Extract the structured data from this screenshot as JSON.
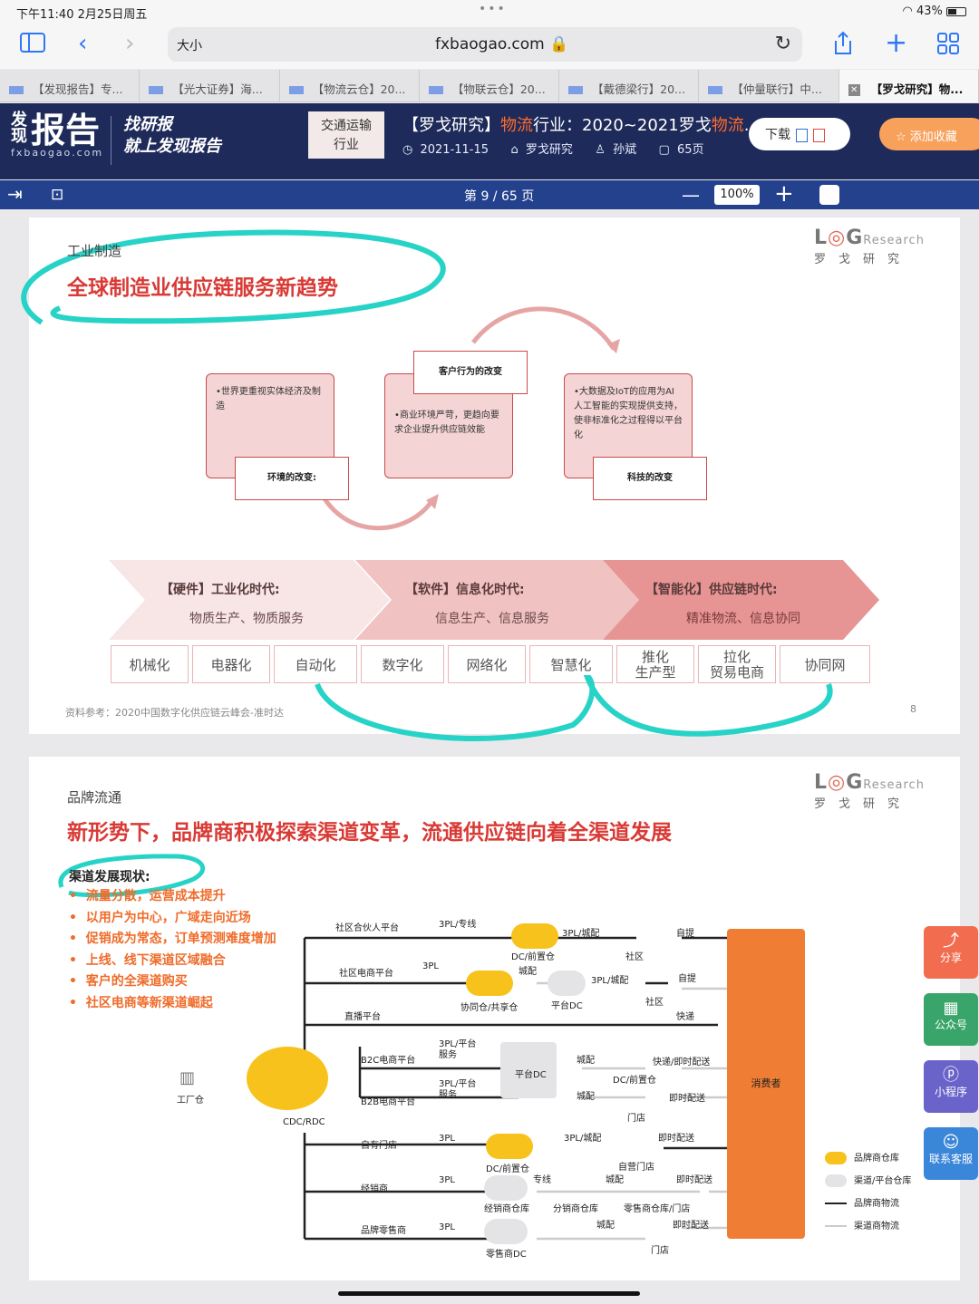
{
  "status": {
    "time_date": "下午11:40   2月25日周五",
    "dots": "•••",
    "battery": "43%"
  },
  "browser": {
    "aa": "大小",
    "url": "fxbaogao.com 🔒",
    "reload": "↻"
  },
  "tabs": [
    "【发现报告】专...",
    "【光大证券】海...",
    "【物流云仓】20...",
    "【物联云仓】20...",
    "【戴德梁行】20...",
    "【仲量联行】中...",
    "【罗戈研究】物..."
  ],
  "tab_close": "✕",
  "site": {
    "logo_main": "报告",
    "logo_small": "发现",
    "logo_domain": "fxbaogao.com",
    "slogan1": "找研报",
    "slogan2": "就上发现报告",
    "category1": "交通运输",
    "category2": "行业",
    "title_a": "【罗戈研究】",
    "title_b": "物流",
    "title_c": "行业：2020~2021罗戈",
    "title_d": "物流",
    "title_e": "...",
    "date": "2021-11-15",
    "org": "罗戈研究",
    "author": "孙斌",
    "pages": "65页",
    "download": "下载",
    "favorite": "☆ 添加收藏"
  },
  "pdfbar": {
    "page": "第 9 / 65 页",
    "zoom": "100%",
    "minus": "—",
    "plus": "+"
  },
  "p1": {
    "section": "工业制造",
    "title": "全球制造业供应链服务新趋势",
    "logo": "L",
    "logo_o": "◎",
    "logo_g": "G",
    "logo_r": "Research",
    "logo_cn": "罗戈研究",
    "card1_text": "•世界更重视实体经济及制造",
    "card1_label": "环境的改变:",
    "card2_label": "客户行为的改变",
    "card2_text": "•商业环境严苛，更趋向要求企业提升供应链效能",
    "card3_text": "•大数据及IoT的应用为AI人工智能的实现提供支持，使非标准化之过程得以平台化",
    "card3_label": "科技的改变",
    "band1_title": "【硬件】工业化时代:",
    "band1_sub": "物质生产、物质服务",
    "band2_title": "【软件】信息化时代:",
    "band2_sub": "信息生产、信息服务",
    "band3_title": "【智能化】供应链时代:",
    "band3_sub": "精准物流、信息协同",
    "chevrons": [
      "机械化",
      "电器化",
      "自动化",
      "数字化",
      "网络化",
      "智慧化"
    ],
    "chev7_a": "推化",
    "chev7_b": "生产型",
    "chev8_a": "拉化",
    "chev8_b": "贸易电商",
    "chev9": "协同网",
    "source": "资料参考：2020中国数字化供应链云峰会-准时达",
    "page_num": "8"
  },
  "p2": {
    "section": "品牌流通",
    "title": "新形势下，品牌商积极探索渠道变革，流通供应链向着全渠道发展",
    "logo_cn": "罗戈研究",
    "status_head": "渠道发展现状:",
    "bullets": [
      "流量分散，运营成本提升",
      "以用户为中心，广域走向近场",
      "促销成为常态，订单预测难度增加",
      "上线、线下渠道区域融合",
      "客户的全渠道购买",
      "社区电商等新渠道崛起"
    ],
    "factory": "工厂仓",
    "cdc": "CDC/RDC",
    "consumer": "消费者",
    "labels": {
      "l1": "社区合伙人平台",
      "l2": "3PL/专线",
      "l3": "DC/前置仓",
      "l4": "3PL/城配",
      "l5": "社区",
      "l6": "自提",
      "l7": "社区电商平台",
      "l8": "3PL",
      "l9": "城配",
      "l10": "协同仓/共享仓",
      "l11": "平台DC",
      "l12": "3PL/城配",
      "l13": "社区",
      "l14": "自提",
      "l15": "直播平台",
      "l16": "快递",
      "l17": "B2C电商平台",
      "l18": "3PL/平台服务",
      "l19": "平台DC",
      "l20": "城配",
      "l21": "快递/即时配送",
      "l22": "DC/前置仓",
      "l23": "B2B电商平台",
      "l24": "3PL/平台服务",
      "l25": "城配",
      "l26": "即时配送",
      "l27": "门店",
      "l28": "自有门店",
      "l29": "3PL",
      "l30": "DC/前置仓",
      "l31": "3PL/城配",
      "l32": "即时配送",
      "l33": "自营门店",
      "l34": "经销商",
      "l35": "3PL",
      "l36": "专线",
      "l37": "经销商仓库",
      "l38": "分销商仓库",
      "l39": "城配",
      "l40": "即时配送",
      "l41": "零售商仓库/门店",
      "l42": "品牌零售商",
      "l43": "3PL",
      "l44": "零售商DC",
      "l45": "城配",
      "l46": "即时配送",
      "l47": "门店"
    },
    "legend": [
      "品牌商仓库",
      "渠道/平台仓库",
      "品牌商物流",
      "渠道商物流"
    ]
  },
  "side": [
    {
      "icon": "⤴",
      "label": "分享",
      "color": "#f26d4f"
    },
    {
      "icon": "▦",
      "label": "公众号",
      "color": "#3aa56a"
    },
    {
      "icon": "ⓟ",
      "label": "小程序",
      "color": "#6a63c9"
    },
    {
      "icon": "☺",
      "label": "联系客服",
      "color": "#3a86d9"
    }
  ]
}
